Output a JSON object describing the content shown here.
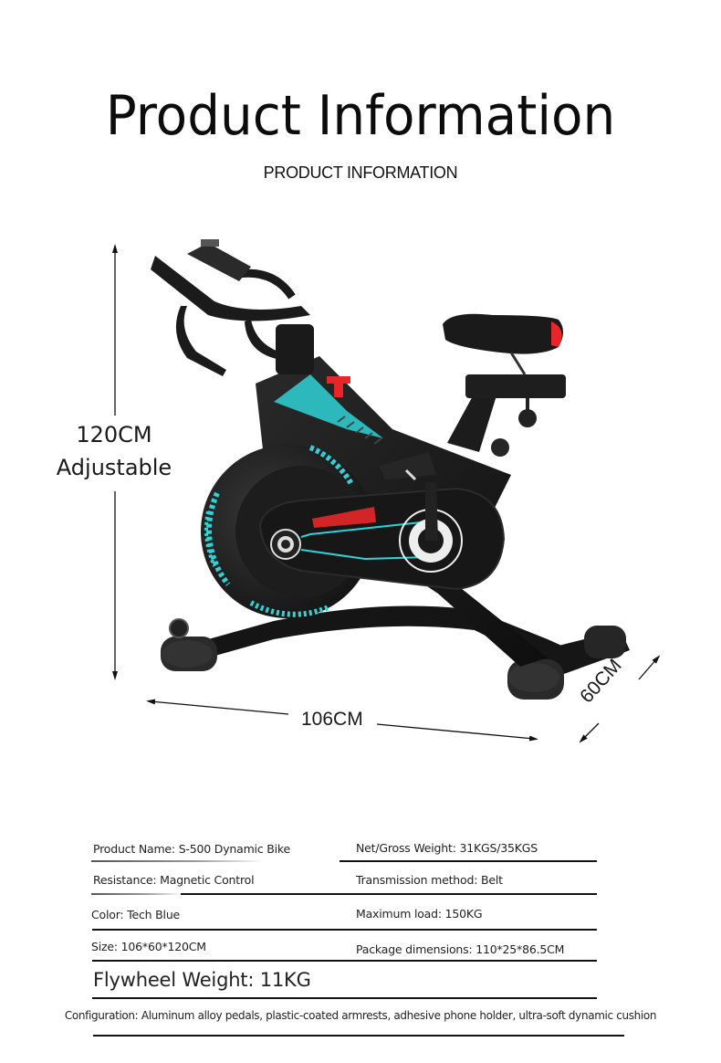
{
  "header": {
    "title": "Product Information",
    "subtitle": "PRODUCT INFORMATION"
  },
  "product_image": {
    "subject": "spin-bike",
    "accent_colors": {
      "teal": "#2fd3d6",
      "red": "#e8262a",
      "body": "#1b1b1b"
    }
  },
  "dimensions": {
    "height_value": "120CM",
    "height_note": "Adjustable",
    "width_value": "106CM",
    "depth_value": "60CM"
  },
  "specs": {
    "rows": [
      {
        "left": "Product Name: S-500 Dynamic Bike",
        "right": "Net/Gross Weight: 31KGS/35KGS"
      },
      {
        "left": "Resistance: Magnetic Control",
        "right": "Transmission method: Belt"
      },
      {
        "left": "Color: Tech Blue",
        "right": "Maximum load: 150KG"
      },
      {
        "left": "Size: 106*60*120CM",
        "right": "Package dimensions: 110*25*86.5CM"
      }
    ],
    "flywheel": "Flywheel Weight: 11KG",
    "configuration": "Configuration: Aluminum alloy pedals, plastic-coated armrests, adhesive phone holder, ultra-soft dynamic cushion"
  }
}
